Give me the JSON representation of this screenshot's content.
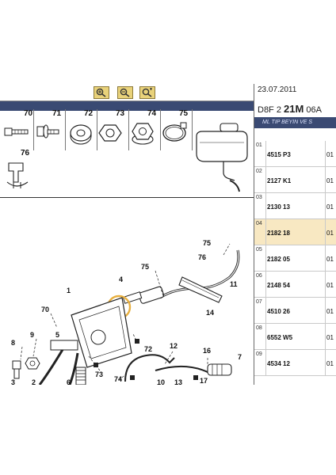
{
  "header": {
    "date": "23.07.2011",
    "code_prefix": "D8F 2 ",
    "code_bold": "21M",
    "code_suffix": " 06A",
    "title": "ML TIP BEYIN VE S"
  },
  "toolbar": {
    "buttons": [
      "zoom-in-icon",
      "zoom-out-icon",
      "zoom-fit-icon"
    ]
  },
  "small_parts": [
    {
      "num": "70",
      "icon": "bolt-icon"
    },
    {
      "num": "71",
      "icon": "flanged-bolt-icon"
    },
    {
      "num": "72",
      "icon": "washer-icon"
    },
    {
      "num": "73",
      "icon": "hex-nut-icon"
    },
    {
      "num": "74",
      "icon": "flange-nut-icon"
    },
    {
      "num": "75",
      "icon": "hose-clamp-icon"
    },
    {
      "num": "76",
      "icon": "clip-icon"
    }
  ],
  "callouts": [
    "75",
    "76",
    "11",
    "14",
    "4",
    "75",
    "1",
    "70",
    "9",
    "8",
    "72",
    "73",
    "5",
    "3",
    "2",
    "6",
    "12",
    "16",
    "74",
    "10",
    "17",
    "13",
    "7"
  ],
  "parts_list": [
    {
      "idx": "01",
      "code": "4515 P3",
      "qty": "01"
    },
    {
      "idx": "02",
      "code": "2127 K1",
      "qty": "01"
    },
    {
      "idx": "03",
      "code": "2130 13",
      "qty": "01"
    },
    {
      "idx": "04",
      "code": "2182 18",
      "qty": "01"
    },
    {
      "idx": "05",
      "code": "2182 05",
      "qty": "01"
    },
    {
      "idx": "06",
      "code": "2148 54",
      "qty": "01"
    },
    {
      "idx": "07",
      "code": "4510 26",
      "qty": "01"
    },
    {
      "idx": "08",
      "code": "6552 W5",
      "qty": "01"
    },
    {
      "idx": "09",
      "code": "4534 12",
      "qty": "01"
    }
  ],
  "selected_row": "04",
  "colors": {
    "header_band": "#3a4a73",
    "selected_row": "#f8e8c2",
    "highlight_ring": "#e8b040",
    "toolbar_button": "#e9d27a"
  }
}
